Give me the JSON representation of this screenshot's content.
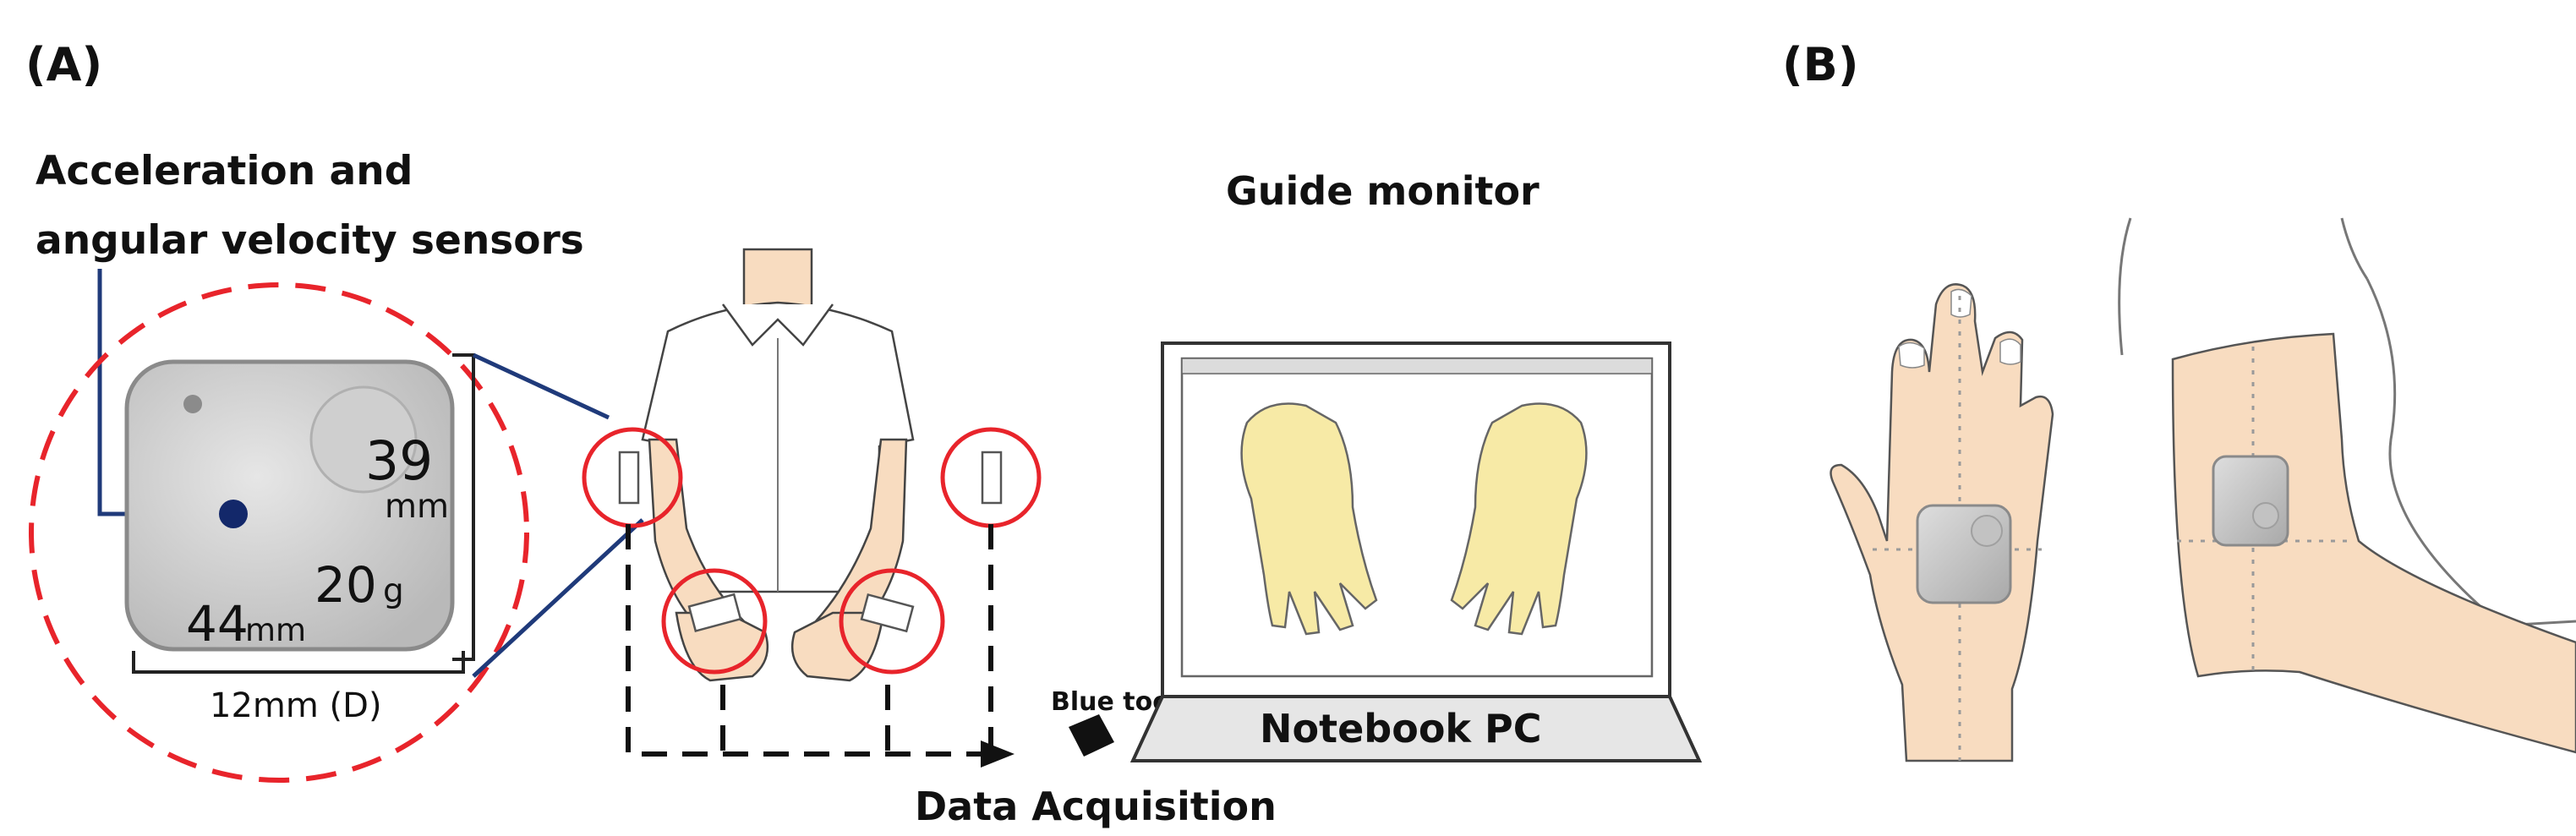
{
  "panel_a": {
    "label": "(A)",
    "sensor_caption": [
      "Acceleration and",
      "angular velocity sensors"
    ],
    "sensor_dims": {
      "height_value": "39",
      "height_unit": "mm",
      "width_value": "44",
      "width_unit": "mm",
      "weight_value": "20",
      "weight_unit": "g",
      "depth": "12mm (D)"
    },
    "monitor_title": "Guide monitor",
    "bluetooth_label": "Blue tooth",
    "pc_label": "Notebook PC",
    "acquisition_label": "Data Acquisition"
  },
  "panel_b": {
    "label": "(B)"
  },
  "colors": {
    "highlight_circle": "#e8242b",
    "leader_line": "#1f3a7a",
    "skin": "#f8dcc0",
    "hand_on_screen": "#f7eaa6",
    "sensor": "#d2d2d2"
  }
}
